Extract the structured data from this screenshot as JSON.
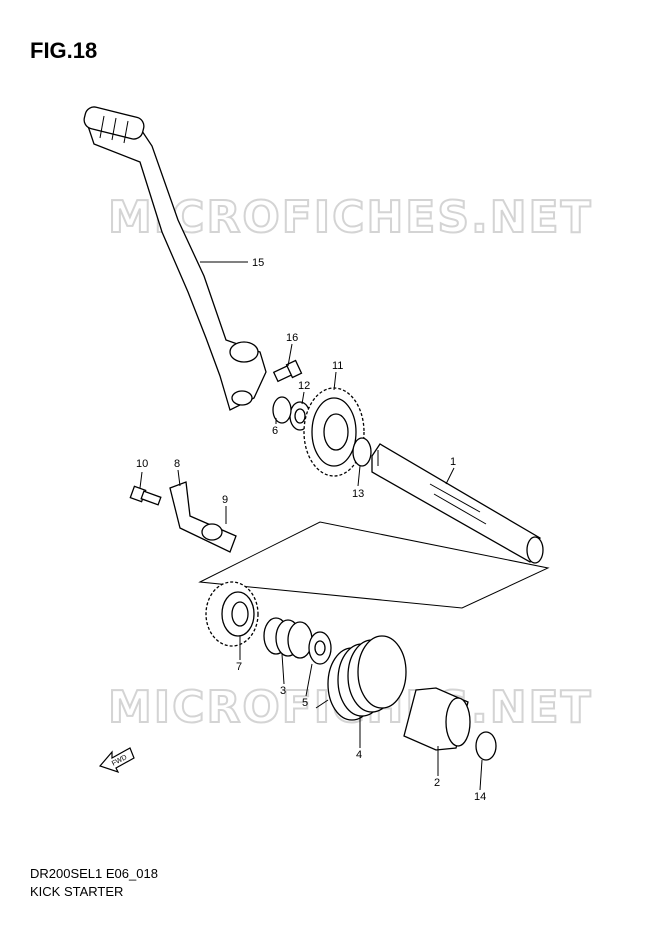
{
  "figure": {
    "title": "FIG.18"
  },
  "watermark": {
    "text": "MICROFICHES.NET"
  },
  "footer": {
    "code": "DR200SEL1 E06_018",
    "name": "KICK STARTER"
  },
  "fwd_label": "FWD",
  "callouts": {
    "c1": "1",
    "c2": "2",
    "c3": "3",
    "c4": "4",
    "c5": "5",
    "c6": "6",
    "c7": "7",
    "c8": "8",
    "c9": "9",
    "c10": "10",
    "c11": "11",
    "c12": "12",
    "c13": "13",
    "c14": "14",
    "c15": "15",
    "c16": "16"
  }
}
